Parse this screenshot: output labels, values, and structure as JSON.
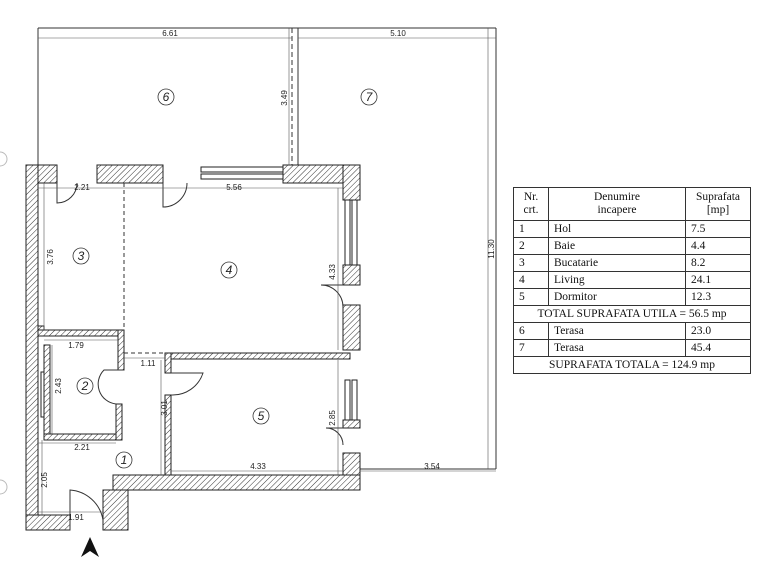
{
  "plan": {
    "room_numbers": {
      "r1": "1",
      "r2": "2",
      "r3": "3",
      "r4": "4",
      "r5": "5",
      "r6": "6",
      "r7": "7"
    },
    "dimensions": {
      "terrace6_width": "6.61",
      "terrace7_width": "5.10",
      "terrace_depth": "3.49",
      "overall_height": "11.30",
      "kitchen_top": "2.21",
      "kitchen_height": "3.76",
      "living_top": "5.56",
      "living_height": "4.33",
      "bath_width": "1.79",
      "bath_height": "2.43",
      "hall_small": "1.11",
      "hall_height": "3.01",
      "bedroom_height": "2.85",
      "hall_mid": "2.21",
      "entry_height": "2.05",
      "entry_width": "1.91",
      "bedroom_width": "4.33",
      "terrace_bottom": "3.54"
    }
  },
  "table": {
    "header": {
      "nr": "Nr.\ncrt.",
      "name": "Denumire\nincapere",
      "area": "Suprafata\n[mp]"
    },
    "rooms": [
      {
        "nr": "1",
        "name": "Hol",
        "area": "7.5"
      },
      {
        "nr": "2",
        "name": "Baie",
        "area": "4.4"
      },
      {
        "nr": "3",
        "name": "Bucatarie",
        "area": "8.2"
      },
      {
        "nr": "4",
        "name": "Living",
        "area": "24.1"
      },
      {
        "nr": "5",
        "name": "Dormitor",
        "area": "12.3"
      }
    ],
    "total_util": "TOTAL SUPRAFATA UTILA = 56.5 mp",
    "terraces": [
      {
        "nr": "6",
        "name": "Terasa",
        "area": "23.0"
      },
      {
        "nr": "7",
        "name": "Terasa",
        "area": "45.4"
      }
    ],
    "total": "SUPRAFATA TOTALA = 124.9 mp"
  }
}
